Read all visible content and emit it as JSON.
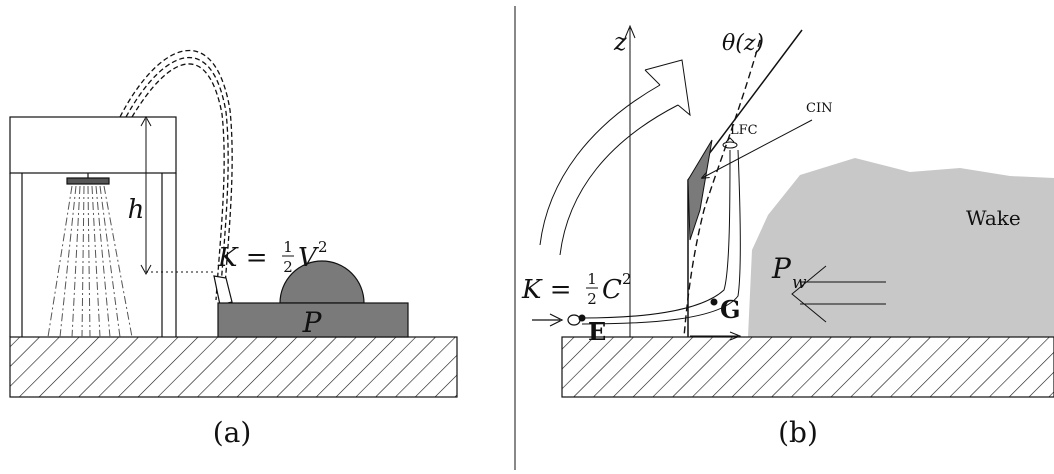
{
  "panel_a": {
    "caption": "(a)",
    "label_h": "h",
    "label_k": "K = ",
    "label_k_frac_num": "1",
    "label_k_frac_den": "2",
    "label_k_var": "V",
    "label_k_exp": "2",
    "label_p": "P"
  },
  "panel_b": {
    "caption": "(b)",
    "label_z": "z",
    "label_theta": "θ(z)",
    "label_lfc": "LFC",
    "label_cin": "CIN",
    "label_wake": "Wake",
    "label_pw_var": "P",
    "label_pw_sub": "w",
    "label_k": "K = ",
    "label_k_frac_num": "1",
    "label_k_frac_den": "2",
    "label_k_var": "C",
    "label_k_exp": "2",
    "label_e": "E",
    "label_g": "G"
  },
  "colors": {
    "ink": "#111111",
    "dark_fill": "#7a7a7a",
    "wake_fill": "#c8c8c8"
  }
}
